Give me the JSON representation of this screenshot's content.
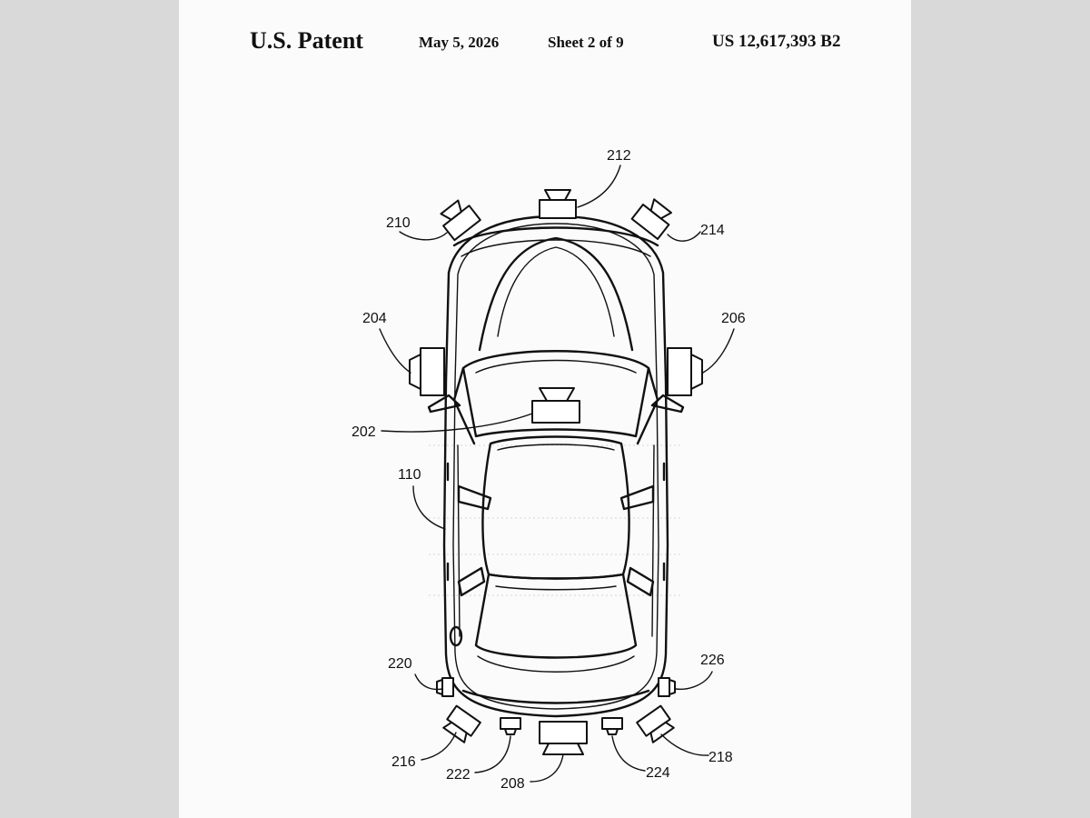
{
  "header": {
    "title": "U.S. Patent",
    "date": "May 5, 2026",
    "sheet": "Sheet 2 of 9",
    "patent_number": "US 12,617,393 B2"
  },
  "figure": {
    "reference_numerals": {
      "vehicle": "110",
      "interior_camera": "202",
      "left_side_camera": "204",
      "right_side_camera": "206",
      "rear_camera": "208",
      "front_left_camera": "210",
      "front_camera": "212",
      "front_right_camera": "214",
      "rear_left_corner_camera": "216",
      "rear_right_corner_camera": "218",
      "rear_left_side_camera": "220",
      "rear_left_lower_camera": "222",
      "rear_right_lower_camera": "224",
      "rear_right_side_camera": "226"
    }
  }
}
